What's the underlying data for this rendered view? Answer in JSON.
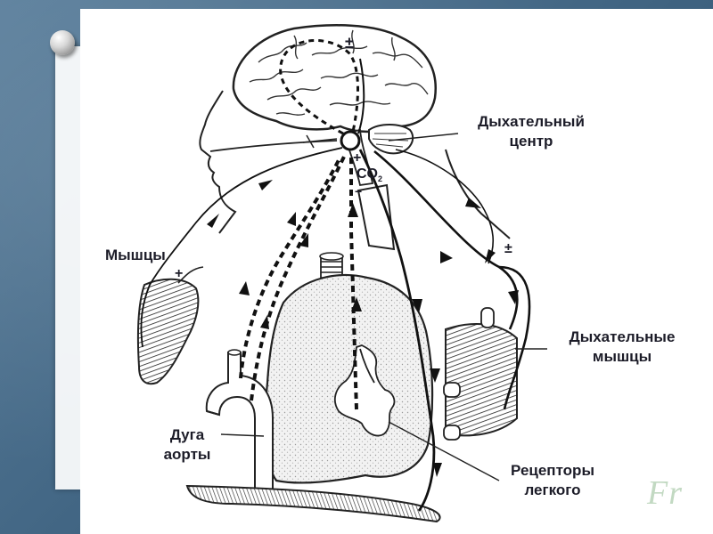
{
  "labels": {
    "center_line1": "Дыхательный",
    "center_line2": "центр",
    "co2": "CO",
    "co2_sub": "2",
    "muscles": "Мышцы",
    "resp_muscles_line1": "Дыхательные",
    "resp_muscles_line2": "мышцы",
    "aorta_line1": "Дуга",
    "aorta_line2": "аорты",
    "lung_receptors_line1": "Рецепторы",
    "lung_receptors_line2": "легкого"
  },
  "signs": {
    "brain_pm": "±",
    "center_plus": "+",
    "center_minus": "−",
    "muscle_plus": "+",
    "resp_pm": "±"
  },
  "watermark": "Fr"
}
